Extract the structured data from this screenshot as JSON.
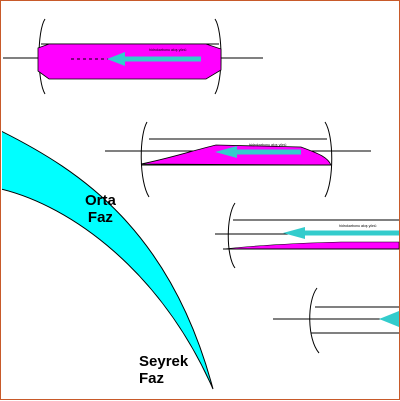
{
  "colors": {
    "phase_band": "#00ffff",
    "liquid": "#ff00ff",
    "arrow": "#33cccc",
    "line": "#000000",
    "frame": "#c85a2a"
  },
  "labels": {
    "middle_phase_line1": "Orta",
    "middle_phase_line2": "Faz",
    "sparse_phase_line1": "Seyrek",
    "sparse_phase_line2": "Faz"
  },
  "arrow_labels": {
    "panel1": "hidrokarbonu akış yönü",
    "panel2": "hidrokarbonu akış yönü",
    "panel3": "hidrokarbonu akış yönü"
  },
  "panels": [
    {
      "liquid_fill_level": 0.85
    },
    {
      "liquid_fill_level": 0.45
    },
    {
      "liquid_fill_level": 0.15
    },
    {
      "liquid_fill_level": 0.0
    }
  ]
}
